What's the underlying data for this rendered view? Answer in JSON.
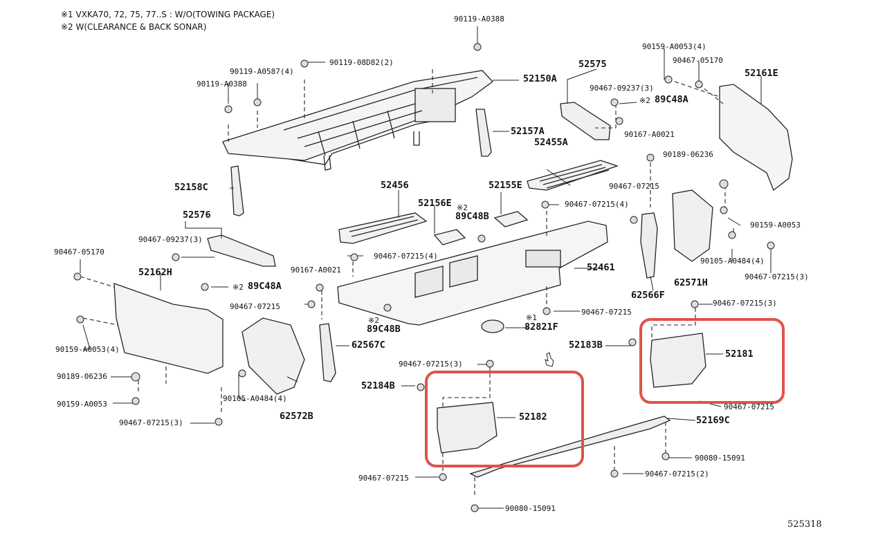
{
  "notes": {
    "note1": "※1 VXKA70, 72, 75, 77..S : W/O(TOWING PACKAGE)",
    "note2": "※2 W(CLEARANCE & BACK SONAR)"
  },
  "diagram_number": "525318",
  "highlight_color": "#e0524a",
  "labels": {
    "p90119_A0388_top": "90119-A0388",
    "p90119_08D82": "90119-08D82(2)",
    "p90119_A0587": "90119-A0587(4)",
    "p90119_A0388_left": "90119-A0388",
    "p52150A": "52150A",
    "p52157A": "52157A",
    "p52158C": "52158C",
    "p52575": "52575",
    "p90467_09237_r": "90467-09237(3)",
    "p89C48A_r_mark": "※2",
    "p89C48A_r": "89C48A",
    "p90167_A0021_r": "90167-A0021",
    "p90159_A0053_4_top": "90159-A0053(4)",
    "p90467_05170_r": "90467-05170",
    "p52161E": "52161E",
    "p52455A": "52455A",
    "p90189_06236_r": "90189-06236",
    "p52456": "52456",
    "p52155E": "52155E",
    "p52156E": "52156E",
    "p89C48B_mark": "※2",
    "p89C48B": "89C48B",
    "p90467_07215_4_mid": "90467-07215(4)",
    "p90467_07215_r": "90467-07215",
    "p90159_A0053_r": "90159-A0053",
    "p52576": "52576",
    "p90467_09237_l": "90467-09237(3)",
    "p90467_05170_l": "90467-05170",
    "p52162H": "52162H",
    "p89C48A_l_mark": "※2",
    "p89C48A_l": "89C48A",
    "p90467_07215_4_left": "90467-07215(4)",
    "p90167_A0021_l": "90167-A0021",
    "p52461": "52461",
    "p62571H": "62571H",
    "p90105_A0484_r": "90105-A0484(4)",
    "p90467_07215_3_r": "90467-07215(3)",
    "p62566F": "62566F",
    "p90467_07215_l": "90467-07215",
    "p90467_07215_c": "90467-07215",
    "p89C48B_l_mark": "※2",
    "p89C48B_l": "89C48B",
    "p82821F_mark": "※1",
    "p82821F": "82821F",
    "p90467_07215_3_rr": "90467-07215(3)",
    "p90159_A0053_4_l": "90159-A0053(4)",
    "p62567C": "62567C",
    "p52183B": "52183B",
    "p52181": "52181",
    "p90467_07215_3_c": "90467-07215(3)",
    "p90189_06236_l": "90189-06236",
    "p90105_A0484_l": "90105-A0484(4)",
    "p52184B": "52184B",
    "p90159_A0053_l": "90159-A0053",
    "p62572B": "62572B",
    "p90467_07215_br": "90467-07215",
    "p52182": "52182",
    "p52169C": "52169C",
    "p90467_07215_3_bl": "90467-07215(3)",
    "p90080_15091_r": "90080-15091",
    "p90467_07215_b": "90467-07215",
    "p90467_07215_2": "90467-07215(2)",
    "p90080_15091_b": "90080-15091"
  }
}
